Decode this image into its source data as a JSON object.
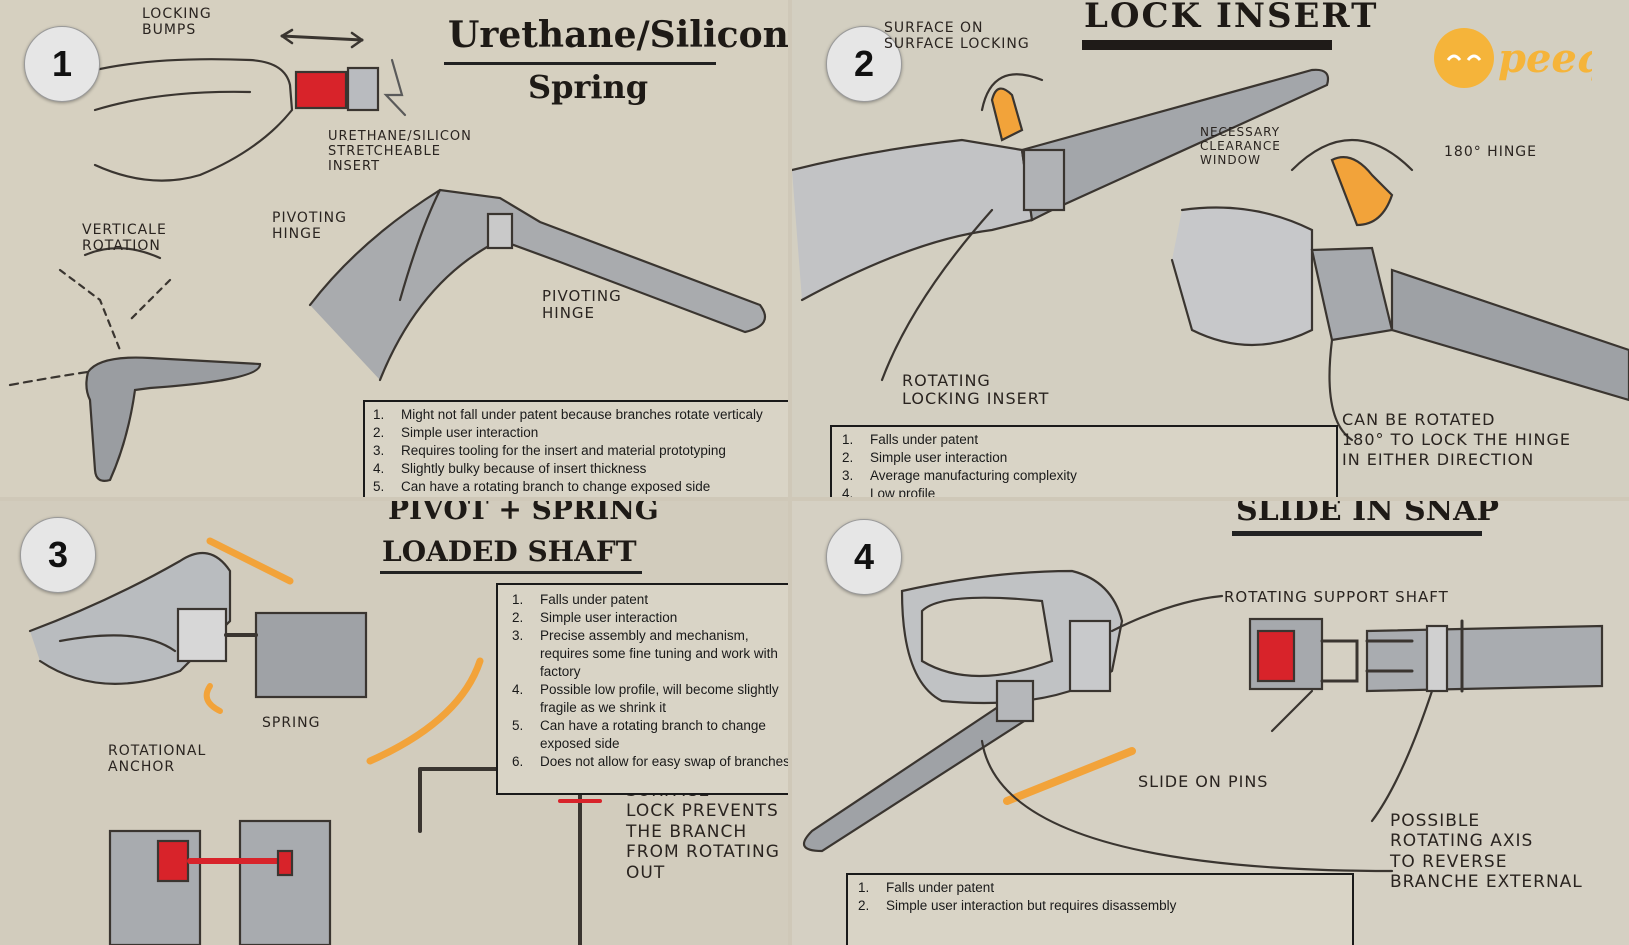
{
  "colors": {
    "accent_orange": "#f2a33a",
    "insert_red": "#d8232a",
    "frame_grey": "#8e9196",
    "ink": "#2a2420"
  },
  "panels": [
    {
      "number": "1",
      "title_line1": "Urethane/Silicon",
      "title_line2": "Spring",
      "annotations": {
        "locking_bumps": "LOCKING\nBUMPS",
        "insert": "URETHANE/SILICON\nSTRETCHEABLE\nINSERT",
        "verticale": "VERTICALE\nROTATION",
        "pivoting_hinge_left": "PIVOTING\nHINGE",
        "pivoting_hinge_bottom": "PIVOTING\nHINGE"
      },
      "items": [
        "Might not fall under patent because branches rotate verticaly",
        "Simple user interaction",
        "Requires tooling for the insert and material prototyping",
        "Slightly bulky because of insert thickness",
        "Can have a rotating branch to change exposed side"
      ]
    },
    {
      "number": "2",
      "title": "LOCK INSERT",
      "logo_text": "peeq",
      "annotations": {
        "surface": "SURFACE ON\nSURFACE LOCKING",
        "clearance": "NECESSARY\nCLEARANCE\nWINDOW",
        "hinge180": "180° HINGE",
        "rotating_insert": "ROTATING\nLOCKING INSERT",
        "can_be_rotated": "CAN BE ROTATED\n180° TO LOCK THE HINGE\nIN EITHER DIRECTION"
      },
      "items": [
        "Falls under patent",
        "Simple user interaction",
        "Average manufacturing complexity",
        "Low profile"
      ]
    },
    {
      "number": "3",
      "title_line1": "PIVOT + SPRING",
      "title_line2": "LOADED SHAFT",
      "annotations": {
        "spring": "SPRING",
        "anchor": "ROTATIONAL\nANCHOR",
        "surface_lock": "SURFACE\nLOCK PREVENTS\nTHE BRANCH\nFROM ROTATING\nOUT"
      },
      "items": [
        "Falls under patent",
        "Simple user interaction",
        "Precise assembly and mechanism, requires some fine tuning and work with factory",
        "Possible low profile, will become slightly fragile as we shrink it",
        "Can have a rotating branch to change exposed side",
        "Does not allow for easy swap of branches"
      ]
    },
    {
      "number": "4",
      "title": "SLIDE IN SNAP",
      "annotations": {
        "support_shaft": "ROTATING SUPPORT SHAFT",
        "slide_pins": "SLIDE ON PINS",
        "possible": "POSSIBLE\nROTATING AXIS\nTO REVERSE\nBRANCHE EXTERNAL"
      },
      "items": [
        "Falls under patent",
        "Simple user interaction but requires disassembly"
      ]
    }
  ]
}
